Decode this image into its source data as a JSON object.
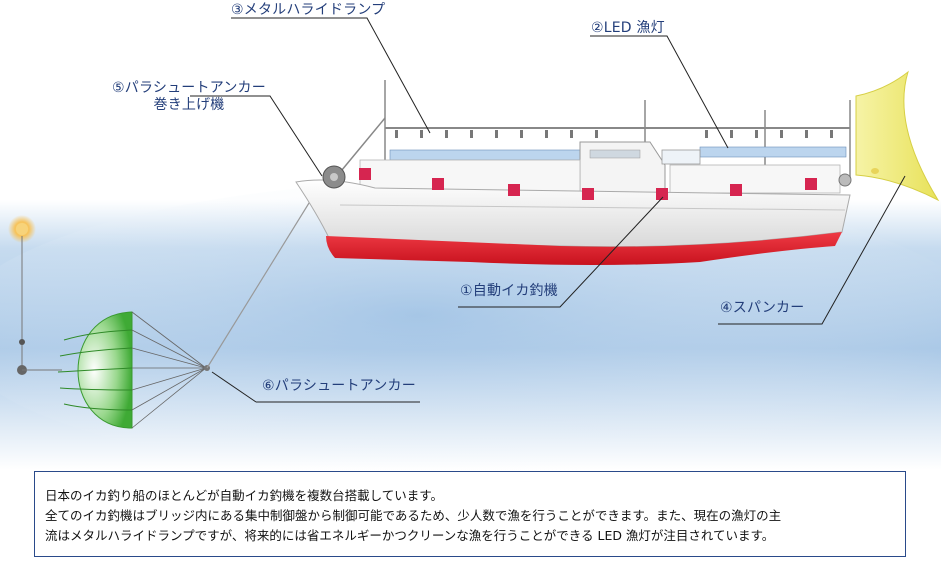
{
  "labels": {
    "metal_halide_lamp": "③メタルハライドランプ",
    "led_lamp": "②LED 漁灯",
    "winch_line1": "⑤パラシュートアンカー",
    "winch_line2": "巻き上げ機",
    "auto_jigging": "①自動イカ釣機",
    "spanker": "④スパンカー",
    "parachute_anchor": "⑥パラシュートアンカー"
  },
  "description": {
    "line1": "日本のイカ釣り船のほとんどが自動イカ釣機を複数台搭載しています。",
    "line2": "全てのイカ釣機はブリッジ内にある集中制御盤から制御可能であるため、少人数で漁を行うことができます。また、現在の漁灯の主",
    "line3": "流はメタルハライドランプですが、将来的には省エネルギーかつクリーンな漁を行うことができる LED 漁灯が注目されています。"
  },
  "colors": {
    "label_text": "#233e7a",
    "hull_red": "#e0202e",
    "machine_red": "#d62550",
    "sail_yellow": "#f0ec7a",
    "anchor_green": "#5cbf4a",
    "sea_blue": "#a9c8e6"
  }
}
